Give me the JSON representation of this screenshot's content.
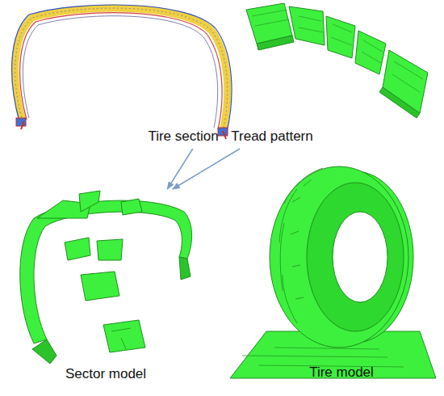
{
  "diagram": {
    "nodes": [
      {
        "text": [
          "Tire section"
        ]
      },
      {
        "text": [
          "Tread pattern"
        ]
      },
      {
        "text": [
          "Sector model"
        ]
      },
      {
        "text": [
          "Tire model"
        ]
      }
    ],
    "edges": [
      {
        "from": 0,
        "to": 2,
        "arrow": "to"
      },
      {
        "from": 1,
        "to": 2,
        "arrow": "to"
      }
    ]
  }
}
